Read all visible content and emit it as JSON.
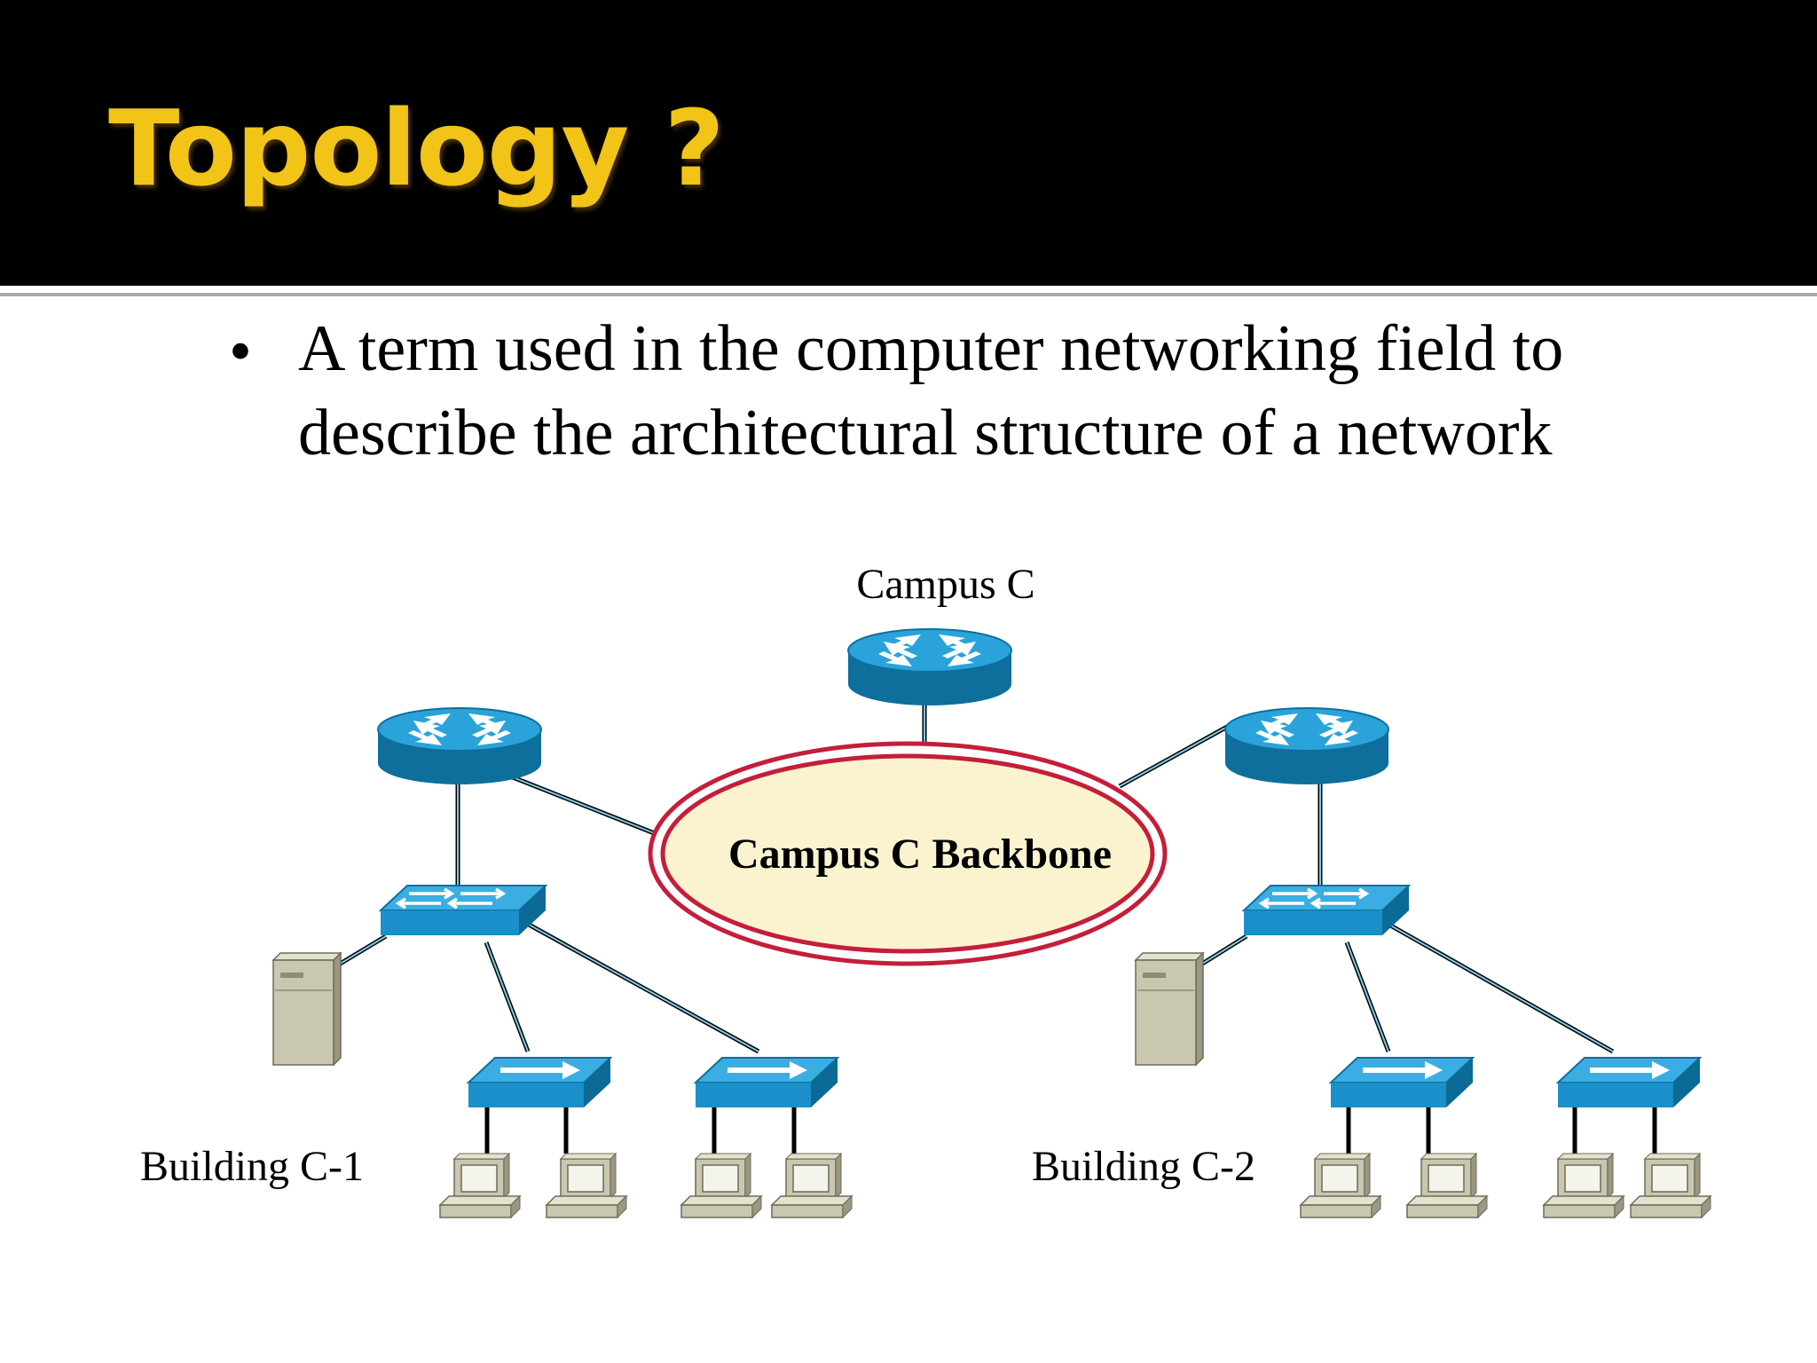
{
  "slide": {
    "title": "Topology ?",
    "bullet": "A term used in the computer networking field to describe the architectural structure of a network"
  },
  "diagram": {
    "campus_label": "Campus C",
    "backbone_label": "Campus C Backbone",
    "building_left_label": "Building C-1",
    "building_right_label": "Building C-2"
  },
  "colors": {
    "header_bg": "#000000",
    "title_text": "#f2c418",
    "device_blue": "#1a8fc9",
    "backbone_ring": "#c41e3a",
    "backbone_fill": "#fbf3cf",
    "server_gray": "#c9c7b0"
  },
  "icons": [
    "router-icon",
    "switch-icon",
    "hub-icon",
    "server-icon",
    "workstation-icon"
  ]
}
